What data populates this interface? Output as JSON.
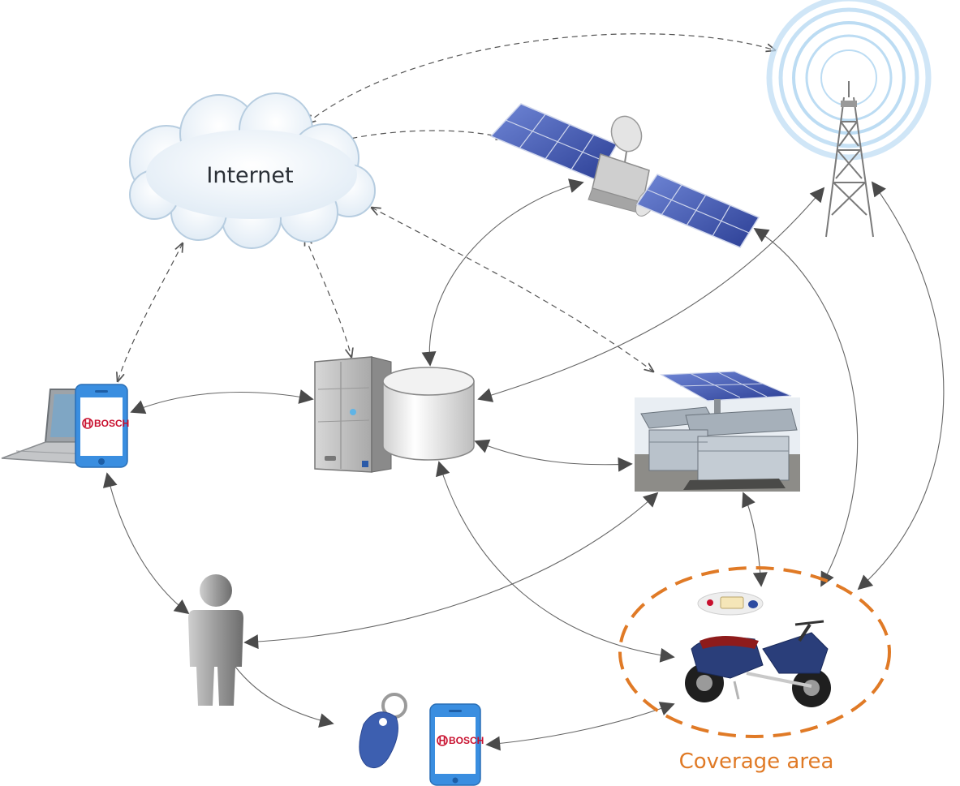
{
  "labels": {
    "internet": "Internet",
    "coverage_area": "Coverage area",
    "phone_brand": "BOSCH",
    "phone_brand_mark": "H"
  },
  "colors": {
    "coverage_ring": "#e07a26",
    "link_line": "#555555",
    "phone_blue": "#3a8ee0",
    "satellite_panel": "#3b57b8",
    "tower_signal": "#bcdcf3",
    "rfid_tag": "#3d5fb0"
  },
  "nodes": [
    {
      "id": "internet-cloud",
      "icon": "cloud-icon"
    },
    {
      "id": "satellite",
      "icon": "satellite-icon"
    },
    {
      "id": "cell-tower",
      "icon": "cell-tower-icon"
    },
    {
      "id": "laptop-and-phone",
      "icon": "laptop-icon"
    },
    {
      "id": "server-and-database",
      "icon": "server-icon"
    },
    {
      "id": "solar-charging-station",
      "icon": "solar-station-icon"
    },
    {
      "id": "user",
      "icon": "person-icon"
    },
    {
      "id": "rfid-tag-and-phone",
      "icon": "rfid-tag-icon"
    },
    {
      "id": "e-scooter",
      "icon": "scooter-icon"
    }
  ]
}
